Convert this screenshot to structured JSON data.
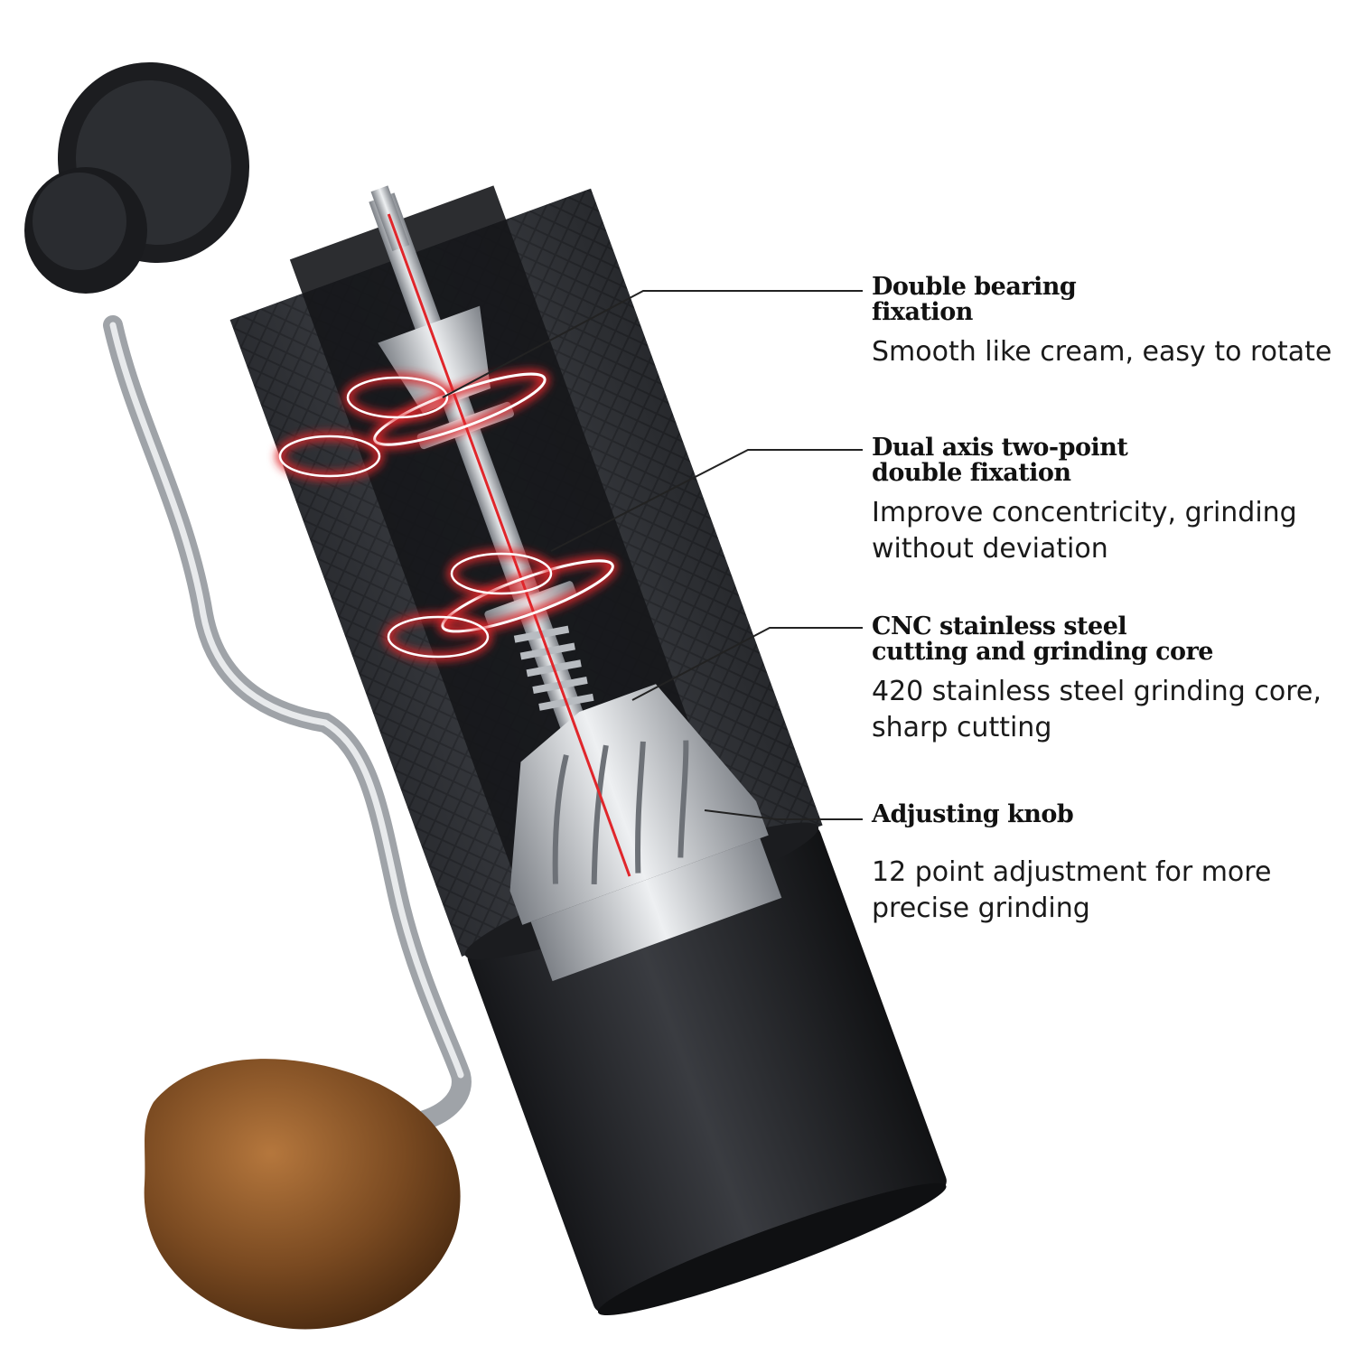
{
  "features": [
    {
      "title_line1": "Double bearing",
      "title_line2": "fixation",
      "description": "Smooth like cream, easy to rotate"
    },
    {
      "title_line1": "Dual axis two-point",
      "title_line2": "double fixation",
      "description": "Improve concentricity, grinding without deviation"
    },
    {
      "title_line1": "CNC stainless steel",
      "title_line2": "cutting and grinding core",
      "description": "420 stainless steel grinding core, sharp cutting"
    },
    {
      "title_line1": "Adjusting knob",
      "title_line2": "",
      "description": "12 point adjustment for more precise grinding"
    }
  ],
  "colors": {
    "body": "#2b2d31",
    "knurl": "#3a3c41",
    "steel": "#c9ccd1",
    "wood": "#8a5a2b",
    "highlight": "#e0262b"
  }
}
